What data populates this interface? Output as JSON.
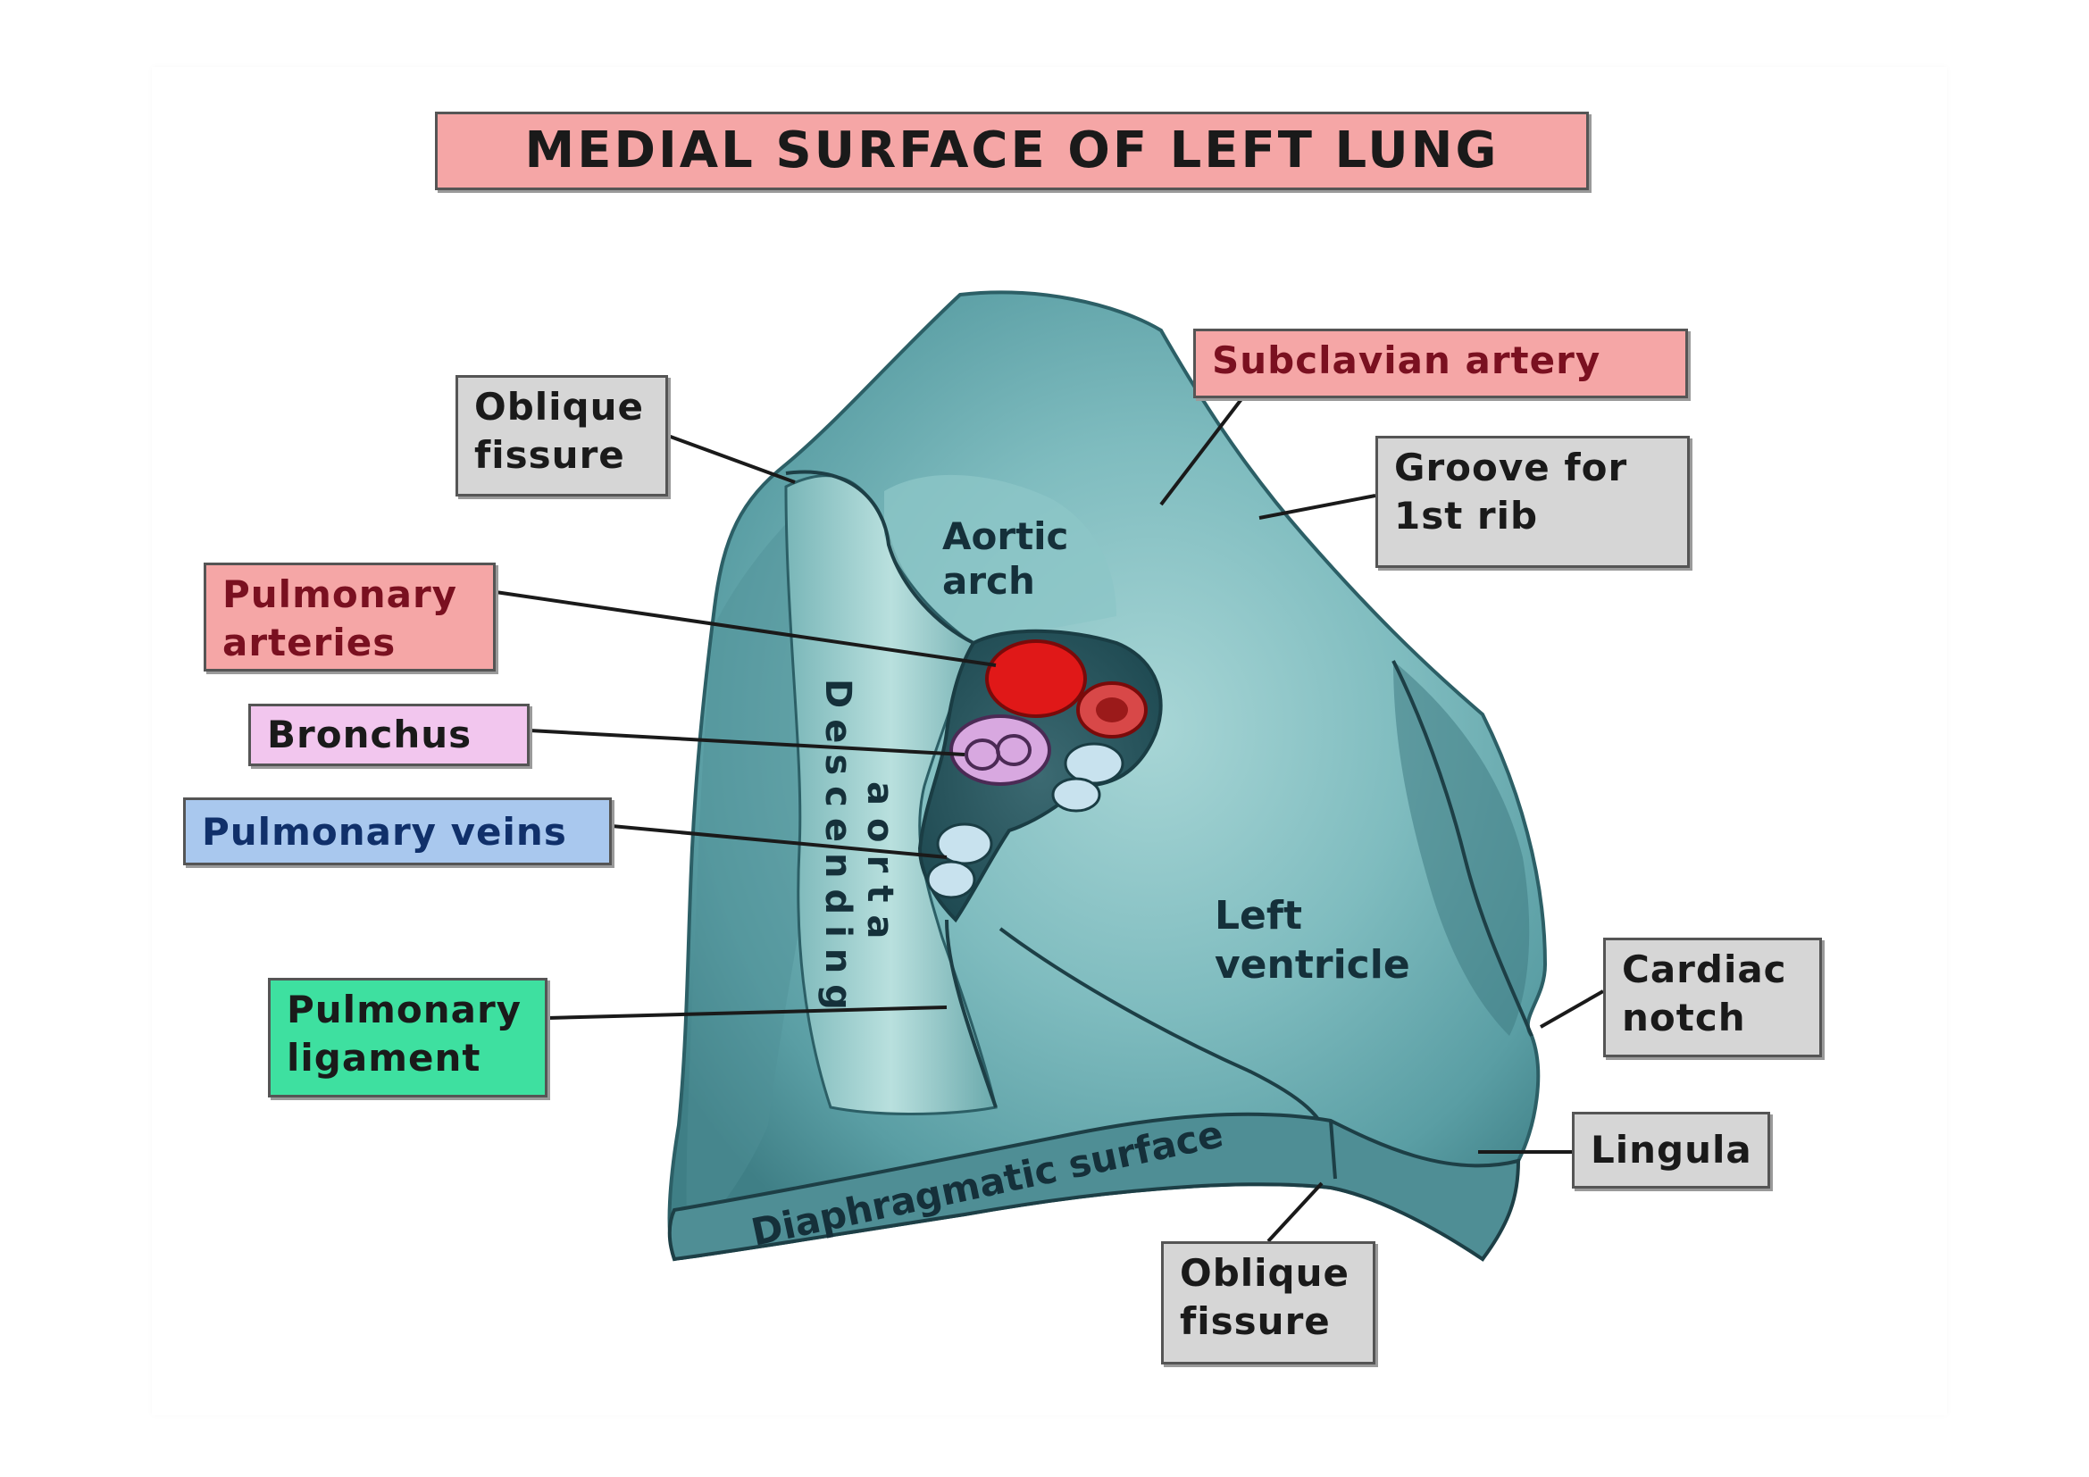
{
  "title": "MEDIAL SURFACE OF LEFT LUNG",
  "labels": {
    "oblique_fissure_top": [
      "Oblique",
      "fissure"
    ],
    "subclavian_artery": "Subclavian artery",
    "groove_first_rib": [
      "Groove for",
      "1st rib"
    ],
    "pulmonary_arteries": [
      "Pulmonary",
      "arteries"
    ],
    "bronchus": "Bronchus",
    "pulmonary_veins": "Pulmonary veins",
    "pulmonary_ligament": [
      "Pulmonary",
      "ligament"
    ],
    "cardiac_notch": [
      "Cardiac",
      "notch"
    ],
    "lingula": "Lingula",
    "oblique_fissure_bottom": [
      "Oblique",
      "fissure"
    ]
  },
  "lung_text": {
    "aortic_arch": [
      "Aortic",
      "arch"
    ],
    "descending": "Descending",
    "aorta": "aorta",
    "left_ventricle": [
      "Left",
      "ventricle"
    ],
    "diaphragmatic_surface": "Diaphragmatic surface"
  },
  "colors": {
    "lung": "#5a9ea4",
    "lung_light": "#a8d6d6",
    "lung_dark": "#2f6a72",
    "artery": "#e01818",
    "bronchus": "#d8a8e0",
    "vein": "#c8e2ee"
  }
}
